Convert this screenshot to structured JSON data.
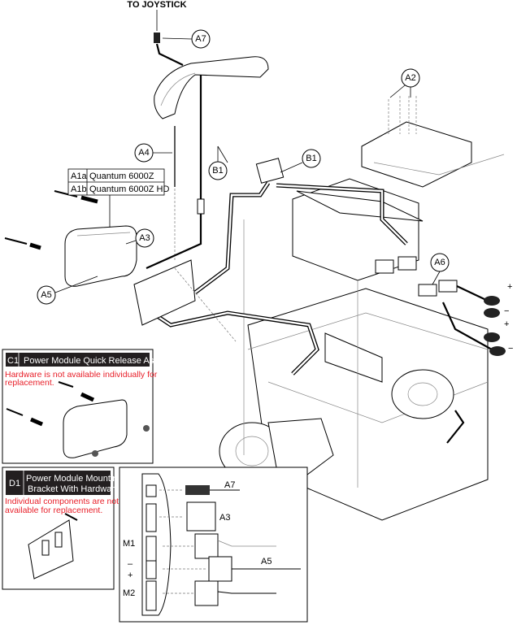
{
  "top_note": "TO JOYSTICK",
  "callouts": {
    "a7": "A7",
    "a2": "A2",
    "a4": "A4",
    "b1_right": "B1",
    "b1_left": "B1",
    "a3": "A3",
    "a6": "A6",
    "a5": "A5"
  },
  "part_table": [
    {
      "code": "A1a",
      "name": "Quantum 6000Z"
    },
    {
      "code": "A1b",
      "name": "Quantum 6000Z HD"
    }
  ],
  "polarity": {
    "plus_1": "+",
    "minus_1": "−",
    "plus_2": "+",
    "minus_2": "−"
  },
  "kit_c1": {
    "code": "C1",
    "title": "Power Module Quick Release Assy",
    "note_line1": "Hardware is not available individually for",
    "note_line2": "replacement."
  },
  "kit_d1": {
    "code": "D1",
    "title_line1": "Power Module Mounting",
    "title_line2": "Bracket With Hardware",
    "note_line1": "Individual components are not",
    "note_line2": "available for replacement."
  },
  "connector_inset": {
    "a7": "A7",
    "a3": "A3",
    "m1": "M1",
    "minus": "–",
    "plus": "+",
    "a5": "A5",
    "m2": "M2"
  },
  "colors": {
    "kit_header_bg": "#231f20",
    "note_red": "#e8202a"
  }
}
